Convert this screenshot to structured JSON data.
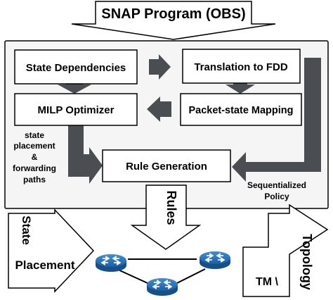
{
  "input_arrow_label": "SNAP Program (OBS)",
  "boxes": {
    "state_dependencies": "State Dependencies",
    "translation_to_fdd": "Translation to FDD",
    "milp_optimizer": "MILP Optimizer",
    "packet_state_mapping": "Packet-state Mapping",
    "rule_generation": "Rule Generation"
  },
  "annotations": {
    "placement_lines": [
      "state",
      "placement",
      "&",
      "forwarding",
      "paths"
    ],
    "sequentialized_lines": [
      "Sequentialized",
      "Policy"
    ]
  },
  "outputs": {
    "rules": "Rules",
    "state_placement_lines": [
      "State",
      "Placement"
    ],
    "topology": "Topology",
    "tm": "TM \\"
  },
  "colors": {
    "dark_arrow": "#4a4d52",
    "panel_fill": "#f5f5f5",
    "router_blue": "#1e6fb8"
  }
}
